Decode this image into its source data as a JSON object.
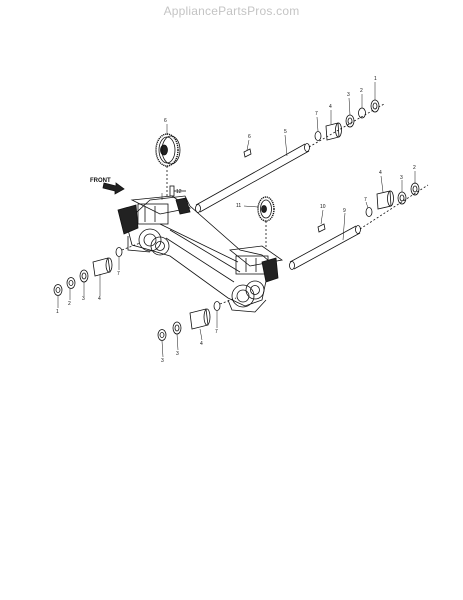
{
  "watermark": "AppliancePartsPros.com",
  "front_label": "FRONT",
  "callouts": [
    {
      "id": "c1a",
      "label": "1"
    },
    {
      "id": "c2a",
      "label": "2"
    },
    {
      "id": "c3a",
      "label": "3"
    },
    {
      "id": "c4a",
      "label": "4"
    },
    {
      "id": "c7a",
      "label": "7"
    },
    {
      "id": "c5",
      "label": "5"
    },
    {
      "id": "c6a",
      "label": "6"
    },
    {
      "id": "c6b",
      "label": "6"
    },
    {
      "id": "c12",
      "label": "12"
    },
    {
      "id": "c11",
      "label": "11"
    },
    {
      "id": "c10",
      "label": "10"
    },
    {
      "id": "c9",
      "label": "9"
    },
    {
      "id": "c7b",
      "label": "7"
    },
    {
      "id": "c4b",
      "label": "4"
    },
    {
      "id": "c3b",
      "label": "3"
    },
    {
      "id": "c2b",
      "label": "2"
    },
    {
      "id": "c1b",
      "label": "1"
    },
    {
      "id": "c2c",
      "label": "2"
    },
    {
      "id": "c3c",
      "label": "3"
    },
    {
      "id": "c4c",
      "label": "4"
    },
    {
      "id": "c7c",
      "label": "7"
    },
    {
      "id": "c3d",
      "label": "3"
    },
    {
      "id": "c3e",
      "label": "3"
    },
    {
      "id": "c4d",
      "label": "4"
    },
    {
      "id": "c7d",
      "label": "7"
    }
  ]
}
